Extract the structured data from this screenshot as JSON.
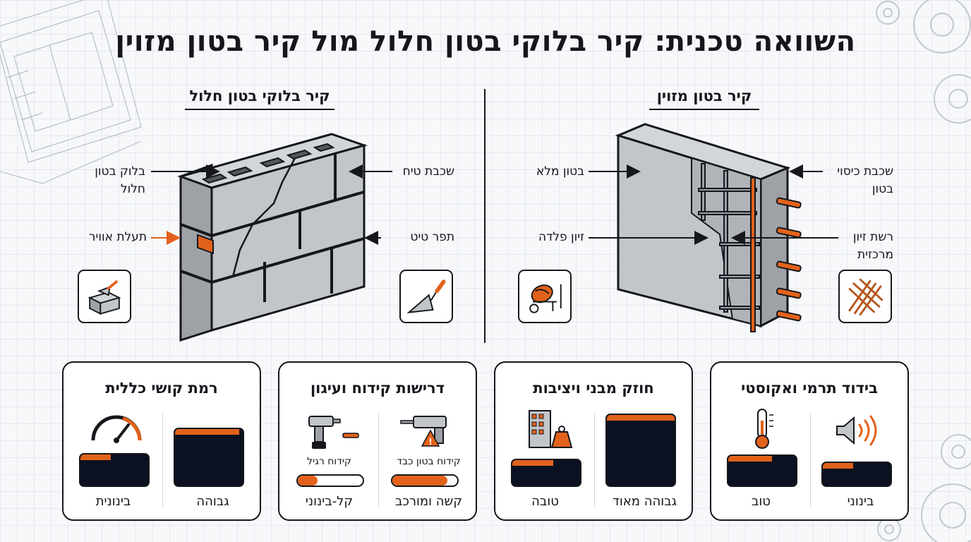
{
  "title": "השוואה טכנית: קיר בלוקי בטון חלול מול קיר בטון מזוין",
  "block_wall": {
    "heading": "קיר בלוקי בטון חלול",
    "labels": {
      "hollow_block": "בלוק בטון\nחלול",
      "air_cavity": "תעלת אוויר",
      "plaster_layer": "שכבת טיח",
      "mortar_joint": "תפר טיט"
    },
    "icons": {
      "left": "brick-trowel-icon",
      "right": "trowel-icon"
    }
  },
  "concrete_wall": {
    "heading": "קיר בטון מזוין",
    "labels": {
      "solid_concrete": "בטון מלא",
      "steel_rebar": "זיון פלדה",
      "concrete_cover": "שכבת כיסוי\nבטון",
      "central_mesh": "רשת זיון\nמרכזית"
    },
    "icons": {
      "left": "concrete-mixer-icon",
      "right": "rebar-mesh-icon"
    }
  },
  "cards": [
    {
      "title": "רמת קושי כללית",
      "left": {
        "label": "בינונית",
        "icon": "speedometer-gauge-icon",
        "level": 0.45
      },
      "right": {
        "label": "גבוהה",
        "level": 0.95
      }
    },
    {
      "title": "דרישות קידוח ועיגון",
      "left": {
        "label": "קל-בינוני",
        "sub": "קידוח רגיל",
        "icon": "cordless-drill-anchor-icon",
        "level": 0.3
      },
      "right": {
        "label": "קשה ומורכב",
        "sub": "קידוח בטון כבד",
        "icon": "hammer-drill-warning-icon",
        "level": 0.85
      }
    },
    {
      "title": "חוזק מבני ויציבות",
      "left": {
        "label": "טובה",
        "icon": "building-weight-icon",
        "level": 0.6
      },
      "right": {
        "label": "גבוהה מאוד",
        "level": 1.0
      }
    },
    {
      "title": "בידוד תרמי ואקוסטי",
      "left": {
        "label": "טוב",
        "icon": "thermometer-icon",
        "level": 0.65
      },
      "right": {
        "label": "בינוני",
        "icon": "speaker-sound-icon",
        "level": 0.45
      }
    }
  ],
  "colors": {
    "accent": "#e2621b",
    "ink": "#15171c",
    "navy": "#0b1120",
    "concrete": "#b9bcc0"
  }
}
